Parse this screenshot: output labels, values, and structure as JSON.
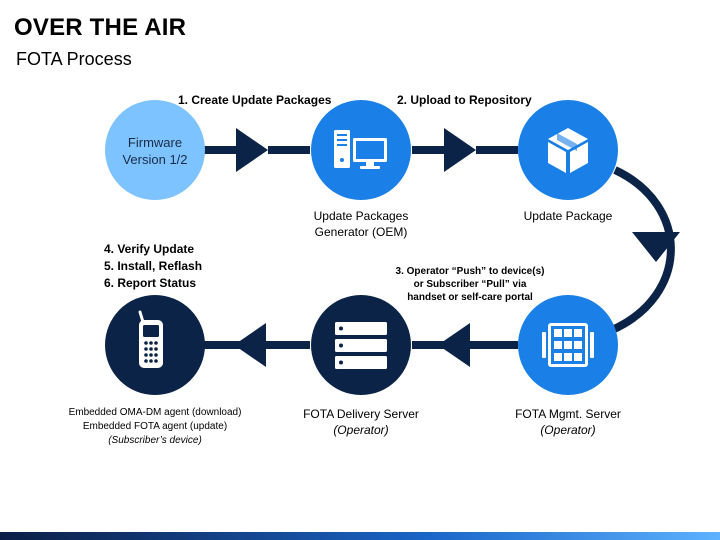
{
  "title": "OVER THE AIR",
  "subtitle": "FOTA Process",
  "steps": {
    "step1": "1. Create Update Packages",
    "step2": "2. Upload to Repository",
    "step3_lines": [
      "3. Operator “Push” to device(s)",
      "or Subscriber “Pull” via",
      "handset or self-care portal"
    ],
    "step456": [
      "4. Verify Update",
      "5. Install, Reflash",
      "6. Report Status"
    ]
  },
  "nodes": {
    "firmware": {
      "lines": [
        "Firmware",
        "Version 1/2"
      ]
    },
    "generator": {
      "caption_lines": [
        "Update Packages",
        "Generator (OEM)"
      ],
      "icon": "computer-icon"
    },
    "package": {
      "caption": "Update Package",
      "icon": "package-box-icon"
    },
    "mgmt": {
      "caption": "FOTA Mgmt. Server",
      "sub": "(Operator)",
      "icon": "server-rack-icon"
    },
    "delivery": {
      "caption": "FOTA Delivery Server",
      "sub": "(Operator)",
      "icon": "server-stack-icon"
    },
    "device": {
      "caption_lines": [
        "Embedded OMA-DM agent (download)",
        "Embedded FOTA agent (update)"
      ],
      "sub": "(Subscriber’s device)",
      "icon": "mobile-phone-icon"
    }
  },
  "colors": {
    "dark_navy": "#0b2347",
    "bright_blue": "#1a7fe6",
    "light_blue": "#7cc3ff",
    "arrow": "#0b2347"
  }
}
